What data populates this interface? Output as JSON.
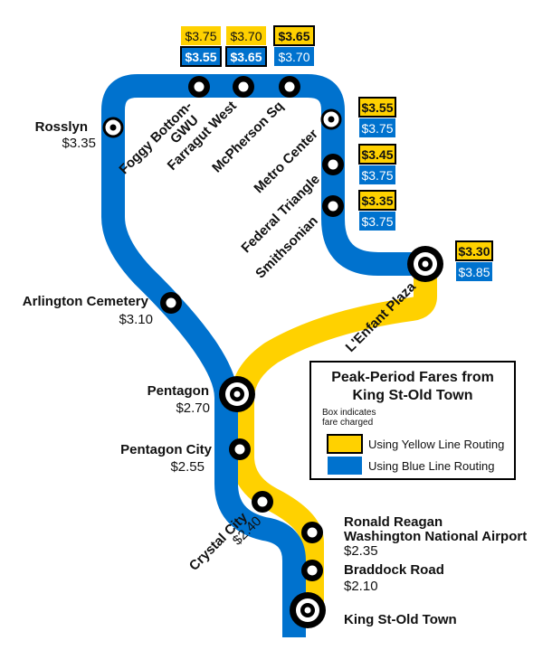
{
  "colors": {
    "yellow": "#FFD100",
    "blue": "#0072CE",
    "black": "#000000",
    "white": "#FFFFFF"
  },
  "legend": {
    "title_line1": "Peak-Period Fares from",
    "title_line2": "King St-Old Town",
    "note_line1": "Box indicates",
    "note_line2": "fare charged",
    "yellow_label": "Using Yellow Line Routing",
    "blue_label": "Using Blue Line Routing"
  },
  "stations": {
    "rosslyn": {
      "name": "Rosslyn",
      "fare": "$3.35"
    },
    "foggy": {
      "name_line1": "Foggy Bottom-",
      "name_line2": "GWU",
      "yellow_fare": "$3.75",
      "blue_fare": "$3.55",
      "charged": "blue"
    },
    "farragut": {
      "name": "Farragut West",
      "yellow_fare": "$3.70",
      "blue_fare": "$3.65",
      "charged": "blue"
    },
    "mcpherson": {
      "name": "McPherson Sq",
      "yellow_fare": "$3.65",
      "blue_fare": "$3.70",
      "charged": "yellow"
    },
    "metro_center": {
      "name": "Metro Center",
      "yellow_fare": "$3.55",
      "blue_fare": "$3.75",
      "charged": "yellow"
    },
    "federal_triangle": {
      "name": "Federal Triangle",
      "yellow_fare": "$3.45",
      "blue_fare": "$3.75",
      "charged": "yellow"
    },
    "smithsonian": {
      "name": "Smithsonian",
      "yellow_fare": "$3.35",
      "blue_fare": "$3.75",
      "charged": "yellow"
    },
    "lenfant": {
      "name": "L'Enfant Plaza",
      "yellow_fare": "$3.30",
      "blue_fare": "$3.85",
      "charged": "yellow"
    },
    "arlington": {
      "name": "Arlington Cemetery",
      "fare": "$3.10"
    },
    "pentagon": {
      "name": "Pentagon",
      "fare": "$2.70"
    },
    "pentagon_city": {
      "name": "Pentagon City",
      "fare": "$2.55"
    },
    "crystal_city": {
      "name": "Crystal City",
      "fare": "$2.40"
    },
    "airport": {
      "name_line1": "Ronald Reagan",
      "name_line2": "Washington National Airport",
      "fare": "$2.35"
    },
    "braddock": {
      "name": "Braddock Road",
      "fare": "$2.10"
    },
    "king_st": {
      "name": "King St-Old Town"
    }
  }
}
